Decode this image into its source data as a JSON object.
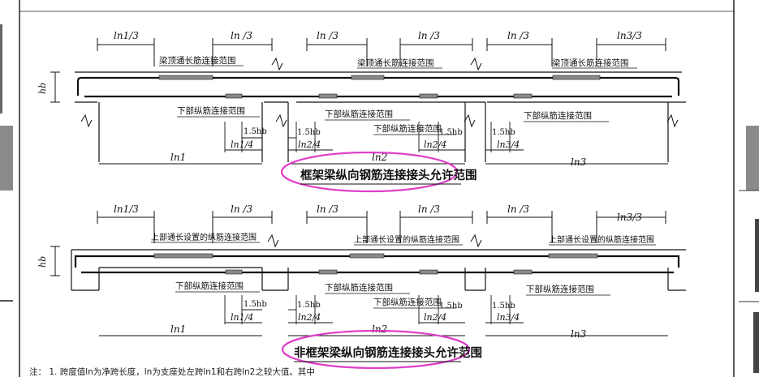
{
  "diagram_top": {
    "dims_top": [
      "ln1/3",
      "ln /3",
      "ln /3",
      "ln /3",
      "ln /3",
      "ln3/3"
    ],
    "zone_top": "梁顶通长筋连接范围",
    "zone_bottom": "下部纵筋连接范围",
    "hb": "hb",
    "dist_15": "1.5hb",
    "dims_bottom": [
      "ln1/4",
      "ln2/4",
      "ln2/4",
      "ln3/4"
    ],
    "spans": [
      "ln1",
      "ln2",
      "ln3"
    ],
    "caption": "框架梁纵向钢筋连接接头允许范围"
  },
  "diagram_bottom": {
    "dims_top": [
      "ln1/3",
      "ln /3",
      "ln /3",
      "ln /3",
      "ln /3",
      "ln3/3"
    ],
    "zone_top": "上部通长设置的纵筋连接范围",
    "zone_bottom": "下部纵筋连接范围",
    "hb": "hb",
    "dist_15": "1.5hb",
    "dims_bottom": [
      "ln1/4",
      "ln2/4",
      "ln2/4",
      "ln3/4"
    ],
    "spans": [
      "ln1",
      "ln2",
      "ln3"
    ],
    "caption": "非框架梁纵向钢筋连接接头允许范围"
  },
  "note": "注：  1.  跨度值ln为净跨长度，ln为支座处左跨ln1和右跨ln2之较大值。其中",
  "colors": {
    "highlight": "#e040c8",
    "ink": "#111111",
    "rebar_joint": "#888888"
  }
}
